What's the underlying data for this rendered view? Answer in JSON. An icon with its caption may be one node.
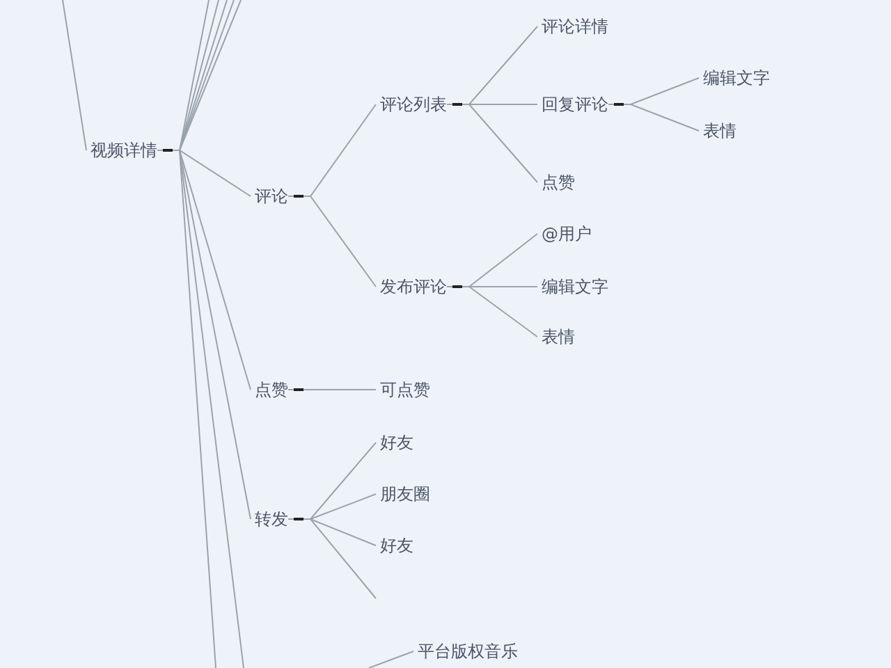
{
  "diagram": {
    "nodes": [
      {
        "text": [
          "视频详情"
        ]
      },
      {
        "text": [
          "评论"
        ]
      },
      {
        "text": [
          "评论列表"
        ]
      },
      {
        "text": [
          "评论详情"
        ]
      },
      {
        "text": [
          "回复评论"
        ]
      },
      {
        "text": [
          "编辑文字"
        ]
      },
      {
        "text": [
          "表情"
        ]
      },
      {
        "text": [
          "点赞"
        ]
      },
      {
        "text": [
          "发布评论"
        ]
      },
      {
        "text": [
          "@用户"
        ]
      },
      {
        "text": [
          "编辑文字"
        ]
      },
      {
        "text": [
          "表情"
        ]
      },
      {
        "text": [
          "点赞"
        ]
      },
      {
        "text": [
          "可点赞"
        ]
      },
      {
        "text": [
          "转发"
        ]
      },
      {
        "text": [
          "好友"
        ]
      },
      {
        "text": [
          "朋友圈"
        ]
      },
      {
        "text": [
          "好友"
        ]
      },
      {
        "text": [
          "平台版权音乐"
        ]
      }
    ],
    "edges": [
      {
        "from": null,
        "to": 0,
        "arrow": "none"
      },
      {
        "from": 0,
        "to": null,
        "arrow": "none"
      },
      {
        "from": 0,
        "to": null,
        "arrow": "none"
      },
      {
        "from": 0,
        "to": null,
        "arrow": "none"
      },
      {
        "from": 0,
        "to": null,
        "arrow": "none"
      },
      {
        "from": 0,
        "to": null,
        "arrow": "none"
      },
      {
        "from": 0,
        "to": 1,
        "arrow": "none"
      },
      {
        "from": 1,
        "to": 2,
        "arrow": "none"
      },
      {
        "from": 2,
        "to": 3,
        "arrow": "none"
      },
      {
        "from": 2,
        "to": 4,
        "arrow": "none"
      },
      {
        "from": 4,
        "to": 5,
        "arrow": "none"
      },
      {
        "from": 4,
        "to": 6,
        "arrow": "none"
      },
      {
        "from": 2,
        "to": 7,
        "arrow": "none"
      },
      {
        "from": 1,
        "to": 8,
        "arrow": "none"
      },
      {
        "from": 8,
        "to": 9,
        "arrow": "none"
      },
      {
        "from": 8,
        "to": 10,
        "arrow": "none"
      },
      {
        "from": 8,
        "to": 11,
        "arrow": "none"
      },
      {
        "from": 0,
        "to": 12,
        "arrow": "none"
      },
      {
        "from": 12,
        "to": 13,
        "arrow": "none"
      },
      {
        "from": 0,
        "to": 14,
        "arrow": "none"
      },
      {
        "from": 14,
        "to": 15,
        "arrow": "none"
      },
      {
        "from": 14,
        "to": 16,
        "arrow": "none"
      },
      {
        "from": 14,
        "to": 17,
        "arrow": "none"
      },
      {
        "from": 14,
        "to": null,
        "arrow": "none"
      },
      {
        "from": 0,
        "to": null,
        "arrow": "none"
      },
      {
        "from": 0,
        "to": null,
        "arrow": "none"
      },
      {
        "from": null,
        "to": 18,
        "arrow": "none"
      }
    ]
  }
}
